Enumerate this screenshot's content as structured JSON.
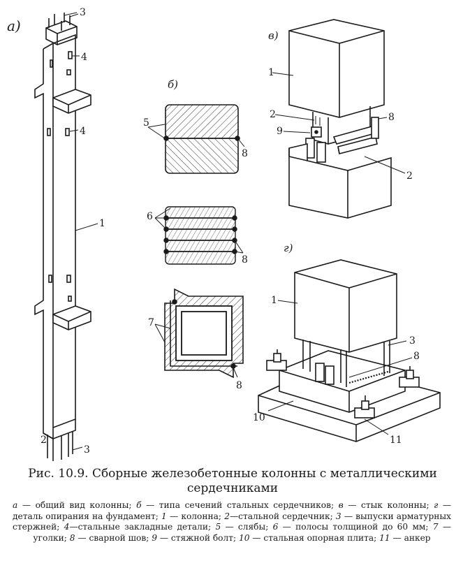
{
  "panels": {
    "a": "а)",
    "b": "б)",
    "v": "в)",
    "g": "г)"
  },
  "labels": {
    "a3": "3",
    "a4top": "4",
    "a4mid": "4",
    "a1": "1",
    "a2": "2",
    "a3bot": "3",
    "b5": "5",
    "b8": "8",
    "b6": "6",
    "b8b": "8",
    "b7": "7",
    "b8c": "8",
    "v1": "1",
    "v2": "2",
    "v8": "8",
    "v9": "9",
    "v2b": "2",
    "g1": "1",
    "g3": "3",
    "g8": "8",
    "g10": "10",
    "g11": "11"
  },
  "caption": {
    "line1": "Рис. 10.9. Сборные железобетонные колонны с металлическими",
    "line2": "сердечниками"
  },
  "legend": [
    {
      "key": "а",
      "text": " — общий вид колонны; "
    },
    {
      "key": "б",
      "text": " — типа сечений стальных сердечников; "
    },
    {
      "key": "в",
      "text": " — стык колонны; "
    },
    {
      "key": "г",
      "text": " — деталь опирания на фундамент; "
    },
    {
      "key": "1",
      "text": " — колонна; "
    },
    {
      "key": "2",
      "text": "—стальной сердечник; "
    },
    {
      "key": "3",
      "text": " — выпуски арматурных стержней; "
    },
    {
      "key": "4",
      "text": "—стальные закладные детали; "
    },
    {
      "key": "5",
      "text": " — слябы; "
    },
    {
      "key": "6",
      "text": " — полосы толщиной до 60 мм; "
    },
    {
      "key": "7",
      "text": " — уголки; "
    },
    {
      "key": "8",
      "text": " — сварной шов; "
    },
    {
      "key": "9",
      "text": " — стяжной болт; "
    },
    {
      "key": "10",
      "text": " — стальная опорная плита; "
    },
    {
      "key": "11",
      "text": " — анкер"
    }
  ]
}
